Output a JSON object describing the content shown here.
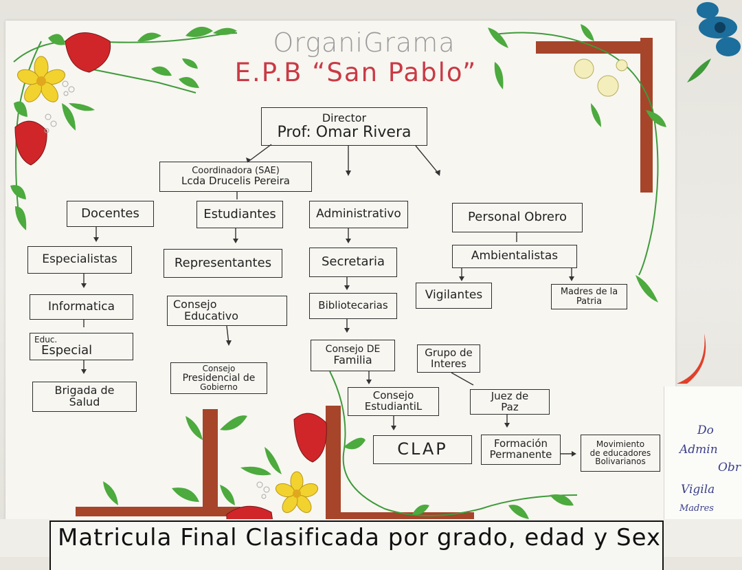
{
  "title": "OrganiGrama",
  "subtitle": "E.P.B “San Pablo”",
  "nodes": {
    "director_role": "Director",
    "director_name": "Prof: Omar Rivera",
    "coord_role": "Coordinadora (SAE)",
    "coord_name": "Lcda Drucelis Pereira",
    "docentes": "Docentes",
    "estudiantes": "Estudiantes",
    "administrativo": "Administrativo",
    "personal_obrero": "Personal Obrero",
    "especialistas": "Especialistas",
    "representantes": "Representantes",
    "secretaria": "Secretaria",
    "ambientalistas": "Ambientalistas",
    "informatica": "Informatica",
    "consejo_educativo_1": "Consejo",
    "consejo_educativo_2": "Educativo",
    "bibliotecarias": "Bibliotecarias",
    "vigilantes": "Vigilantes",
    "madres_1": "Madres de la",
    "madres_2": "Patria",
    "educ_especial_1": "Educ.",
    "educ_especial_2": "Especial",
    "consejo_familia_1": "Consejo DE",
    "consejo_familia_2": "Familia",
    "grupo_interes_1": "Grupo de",
    "grupo_interes_2": "Interes",
    "brigada_1": "Brigada de",
    "brigada_2": "Salud",
    "presidencial_1": "Consejo",
    "presidencial_2": "Presidencial de",
    "presidencial_3": "Gobierno",
    "consejo_estudiantil_1": "Consejo",
    "consejo_estudiantil_2": "EstudiantiL",
    "juez_1": "Juez de",
    "juez_2": "Paz",
    "clap": "CLAP",
    "formacion_1": "Formación",
    "formacion_2": "Permanente",
    "movimiento_1": "Movimiento",
    "movimiento_2": "de educadores",
    "movimiento_3": "Bolivarianos"
  },
  "side_notes": [
    "Do",
    "Admin",
    "Obr",
    "Vigila",
    "Madres"
  ],
  "bottom_banner": "Matricula Final Clasificada por grado, edad y Sex",
  "colors": {
    "title_gray": "#9a9a9a",
    "subtitle_red": "#c93a45",
    "flower_red": "#d0262a",
    "flower_yellow": "#f2d22e",
    "leaf_green": "#3f9a3a",
    "branch_brown": "#a6452a",
    "side_flower_blue": "#1c6e9c",
    "side_ink": "#3a3f8a"
  },
  "icons": [
    "tulip-icon",
    "daisy-icon",
    "leaf-icon",
    "branch-frame",
    "blue-flower-icon"
  ]
}
